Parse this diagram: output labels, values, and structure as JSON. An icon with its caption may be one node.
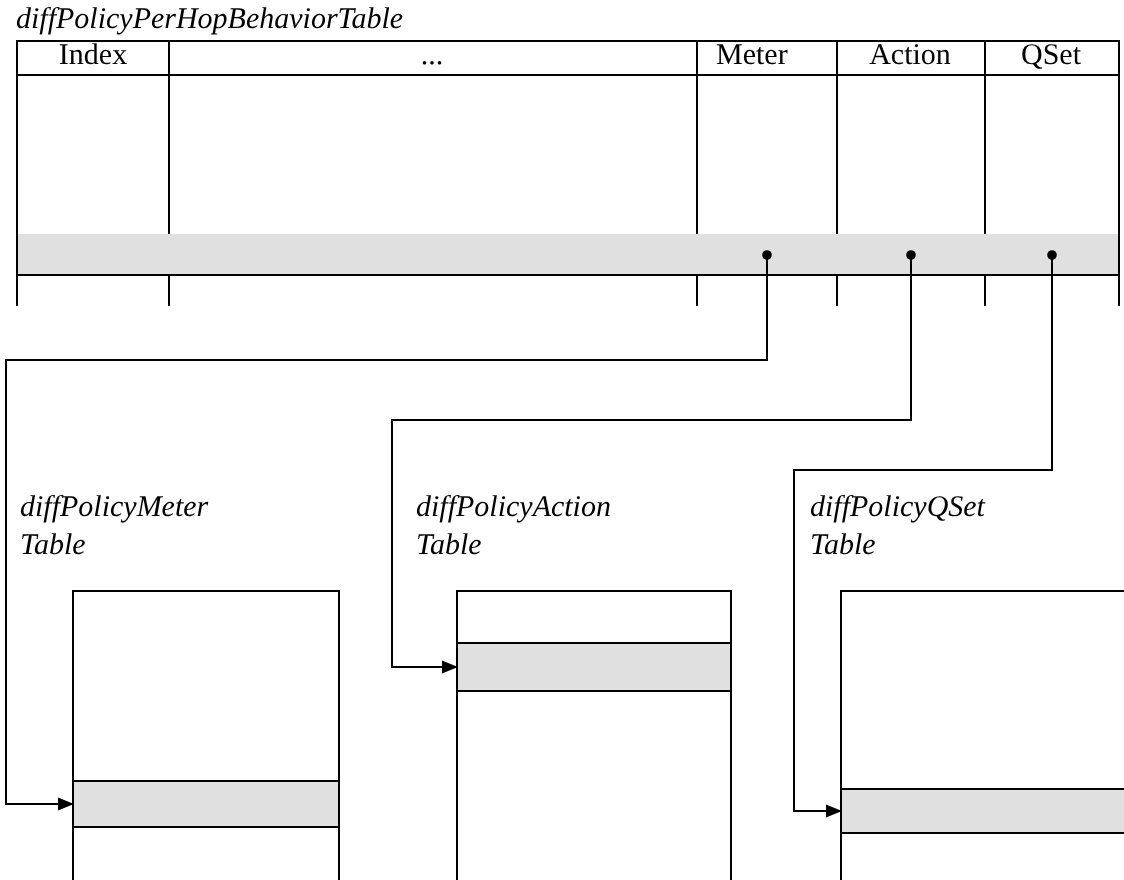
{
  "diagram": {
    "nodes": [
      {
        "text": [
          "diffPolicyPerHopBehaviorTable",
          "Index",
          "...",
          "Meter",
          "Action",
          "QSet"
        ]
      },
      {
        "text": [],
        "shape": "box",
        "in": 0
      },
      {
        "text": [],
        "shape": "box",
        "in": 0
      },
      {
        "text": [],
        "shape": "box",
        "in": 0
      },
      {
        "text": [
          "diffPolicyMeter Table"
        ]
      },
      {
        "text": [],
        "shape": "bar",
        "in": 4
      },
      {
        "text": [
          "diffPolicyAction Table"
        ]
      },
      {
        "text": [],
        "shape": "bar",
        "in": 6
      },
      {
        "text": [
          "diffPolicyQSet Table"
        ]
      },
      {
        "text": [],
        "shape": "bar",
        "in": 8
      }
    ],
    "edges": [
      {
        "from": 1,
        "to": 5,
        "arrow": "to"
      },
      {
        "from": 2,
        "to": 7,
        "arrow": "to"
      },
      {
        "from": 3,
        "to": 9,
        "arrow": "to"
      }
    ]
  }
}
